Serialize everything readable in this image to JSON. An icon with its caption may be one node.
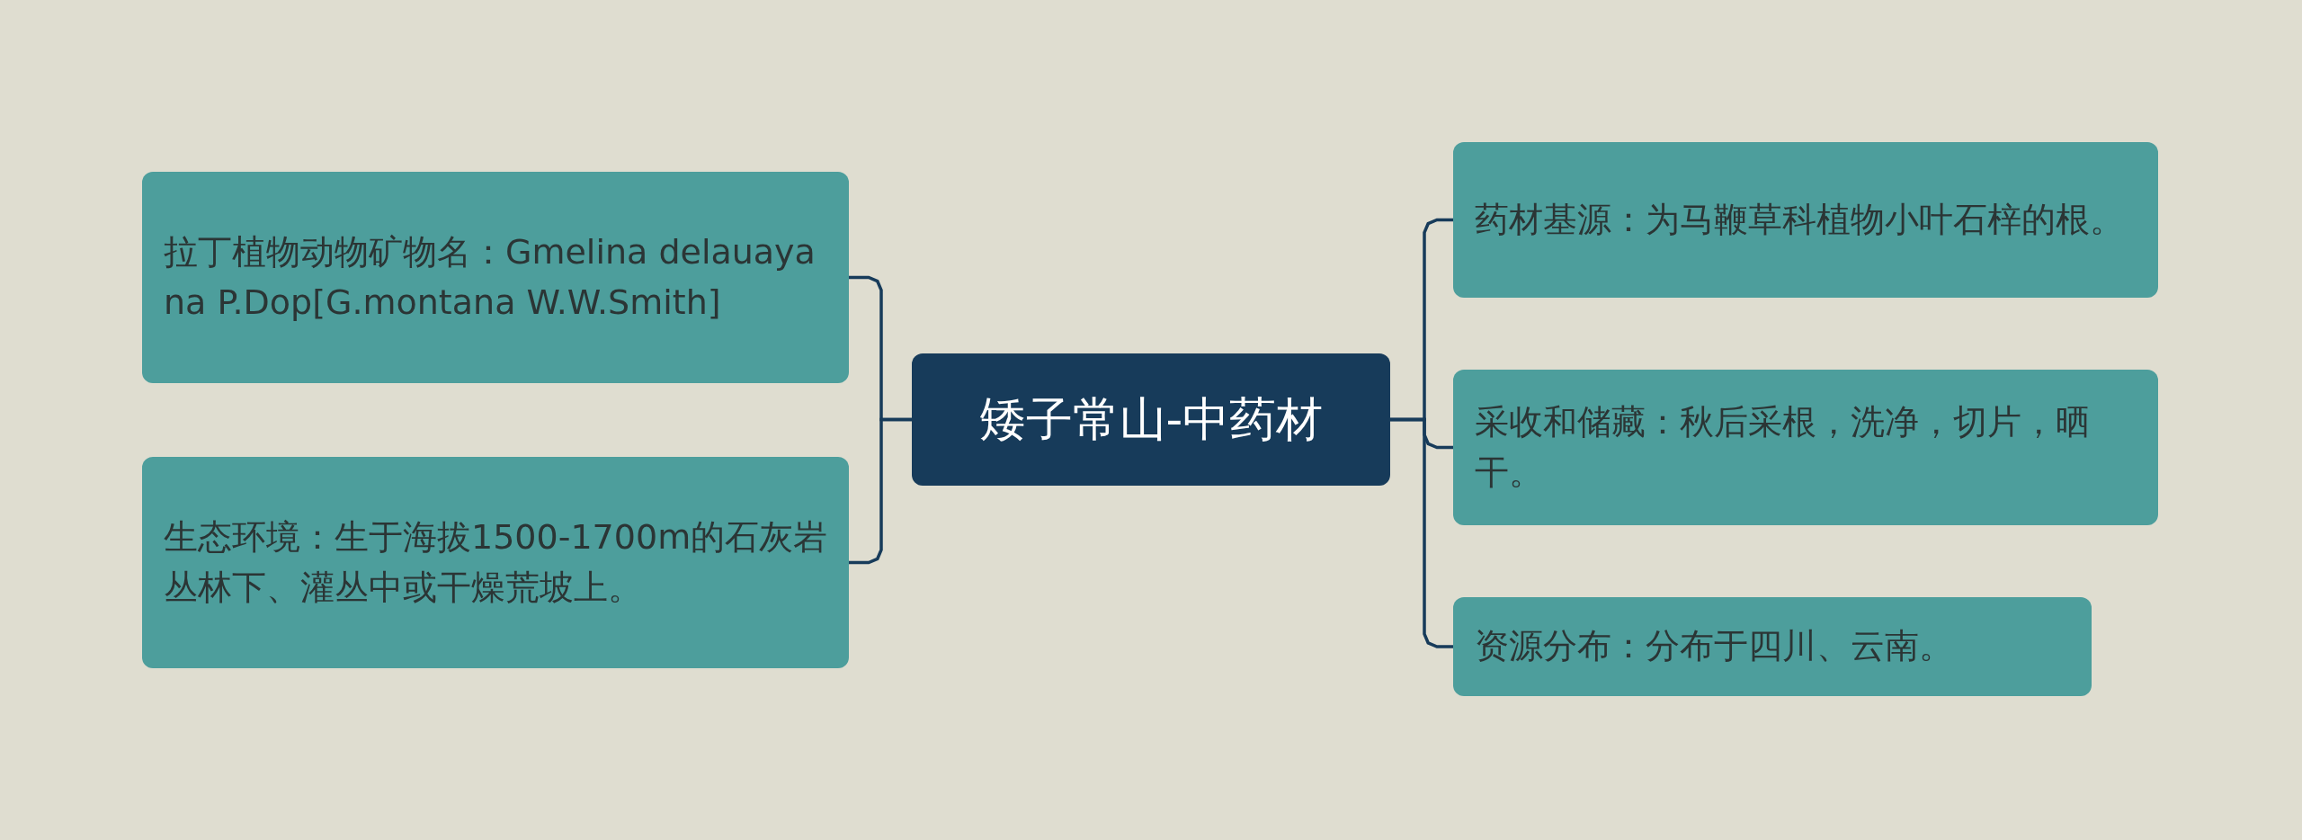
{
  "diagram": {
    "nodes": [
      {
        "text": [
          "矮子常山-中药材"
        ]
      },
      {
        "text": [
          "拉丁植物动物矿物名：Gmelina delauayana P.Dop[G.montana W.W.Smith]"
        ]
      },
      {
        "text": [
          "生态环境：生于海拔1500-1700m的石灰岩丛林下、灌丛中或干燥荒坡上。"
        ]
      },
      {
        "text": [
          "药材基源：为马鞭草科植物小叶石梓的根。"
        ]
      },
      {
        "text": [
          "采收和储藏：秋后采根，洗净，切片，晒干。"
        ]
      },
      {
        "text": [
          "资源分布：分布于四川、云南。"
        ]
      }
    ],
    "edges": [
      {
        "from": 0,
        "to": 1,
        "arrow": "none"
      },
      {
        "from": 0,
        "to": 2,
        "arrow": "none"
      },
      {
        "from": 0,
        "to": 3,
        "arrow": "none"
      },
      {
        "from": 0,
        "to": 4,
        "arrow": "none"
      },
      {
        "from": 0,
        "to": 5,
        "arrow": "none"
      }
    ]
  }
}
